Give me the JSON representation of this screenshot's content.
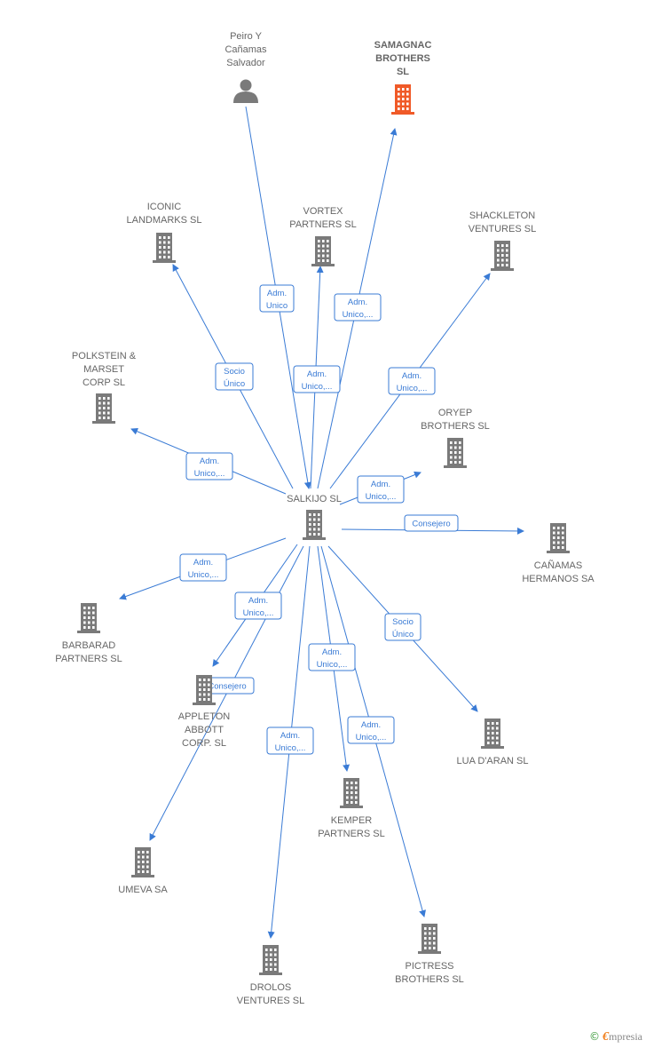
{
  "colors": {
    "edge": "#3a7bd5",
    "building": "#7a7a7a",
    "highlight": "#f05a28",
    "person": "#7a7a7a"
  },
  "nodes": [
    {
      "id": "peiro",
      "type": "person",
      "label": [
        "Peiro Y",
        "Cañamas",
        "Salvador"
      ]
    },
    {
      "id": "samagnac",
      "type": "building-highlight",
      "label": [
        "SAMAGNAC",
        "BROTHERS",
        "SL"
      ]
    },
    {
      "id": "iconic",
      "type": "building",
      "label": [
        "ICONIC",
        "LANDMARKS  SL"
      ]
    },
    {
      "id": "vortex",
      "type": "building",
      "label": [
        "VORTEX",
        "PARTNERS  SL"
      ]
    },
    {
      "id": "shackleton",
      "type": "building",
      "label": [
        "SHACKLETON",
        "VENTURES  SL"
      ]
    },
    {
      "id": "polkstein",
      "type": "building",
      "label": [
        "POLKSTEIN &",
        "MARSET",
        "CORP  SL"
      ]
    },
    {
      "id": "oryep",
      "type": "building",
      "label": [
        "ORYEP",
        "BROTHERS  SL"
      ]
    },
    {
      "id": "salkijo",
      "type": "building",
      "label": [
        "SALKIJO  SL"
      ]
    },
    {
      "id": "canamas",
      "type": "building",
      "label": [
        "CAÑAMAS",
        "HERMANOS SA"
      ]
    },
    {
      "id": "barbarad",
      "type": "building",
      "label": [
        "BARBARAD",
        "PARTNERS  SL"
      ]
    },
    {
      "id": "appleton",
      "type": "building",
      "label": [
        "APPLETON",
        "ABBOTT",
        "CORP.  SL"
      ]
    },
    {
      "id": "lua",
      "type": "building",
      "label": [
        "LUA D'ARAN  SL"
      ]
    },
    {
      "id": "kemper",
      "type": "building",
      "label": [
        "KEMPER",
        "PARTNERS  SL"
      ]
    },
    {
      "id": "umeva",
      "type": "building",
      "label": [
        "UMEVA SA"
      ]
    },
    {
      "id": "pictress",
      "type": "building",
      "label": [
        "PICTRESS",
        "BROTHERS  SL"
      ]
    },
    {
      "id": "drolos",
      "type": "building",
      "label": [
        "DROLOS",
        "VENTURES  SL"
      ]
    }
  ],
  "edges": [
    {
      "from": "peiro",
      "to": "salkijo",
      "label": [
        "Adm.",
        "Unico"
      ]
    },
    {
      "from": "salkijo",
      "to": "samagnac",
      "label": [
        "Adm.",
        "Unico,..."
      ]
    },
    {
      "from": "salkijo",
      "to": "iconic",
      "label": [
        "Socio",
        "Único"
      ]
    },
    {
      "from": "salkijo",
      "to": "vortex",
      "label": [
        "Adm.",
        "Unico,..."
      ]
    },
    {
      "from": "salkijo",
      "to": "shackleton",
      "label": [
        "Adm.",
        "Unico,..."
      ]
    },
    {
      "from": "salkijo",
      "to": "polkstein",
      "label": [
        "Adm.",
        "Unico,..."
      ]
    },
    {
      "from": "salkijo",
      "to": "oryep",
      "label": [
        "Adm.",
        "Unico,..."
      ]
    },
    {
      "from": "salkijo",
      "to": "canamas",
      "label": [
        "Consejero"
      ]
    },
    {
      "from": "salkijo",
      "to": "barbarad",
      "label": [
        "Adm.",
        "Unico,..."
      ]
    },
    {
      "from": "salkijo",
      "to": "appleton",
      "label": [
        "Adm.",
        "Unico,..."
      ]
    },
    {
      "from": "salkijo",
      "to": "umeva",
      "label": [
        "Consejero"
      ]
    },
    {
      "from": "salkijo",
      "to": "lua",
      "label": [
        "Socio",
        "Único"
      ]
    },
    {
      "from": "salkijo",
      "to": "kemper",
      "label": [
        "Adm.",
        "Unico,..."
      ]
    },
    {
      "from": "salkijo",
      "to": "pictress",
      "label": [
        "Adm.",
        "Unico,..."
      ]
    },
    {
      "from": "salkijo",
      "to": "drolos",
      "label": [
        "Adm.",
        "Unico,..."
      ]
    }
  ],
  "brand": {
    "copyright": "©",
    "initial": "€",
    "rest": "mpresia"
  }
}
